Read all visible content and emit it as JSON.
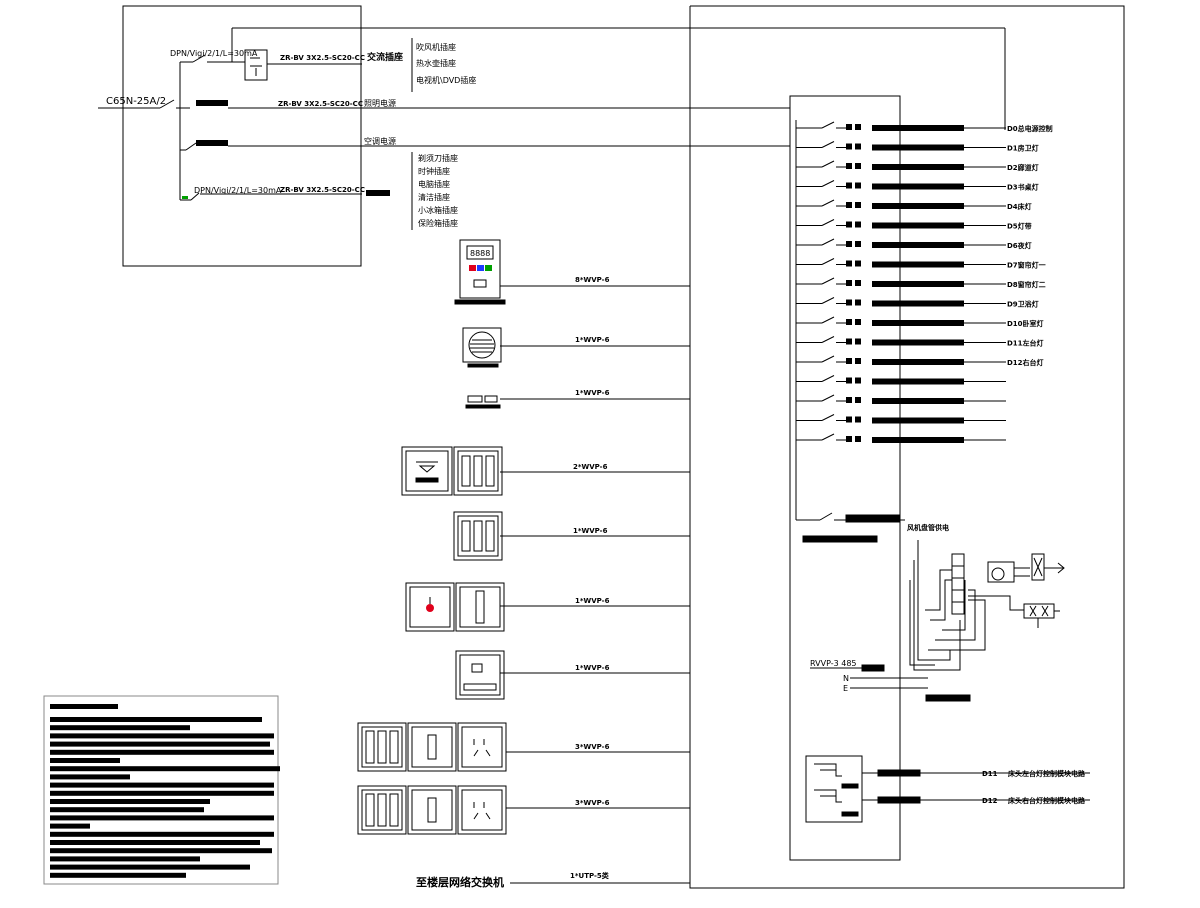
{
  "main_panel": {
    "breaker": "C65N-25A/2",
    "rcd1": "DPN/Vigi/2/1/L=30mA",
    "rcd2": "DPN/Vigi/2/1/L=30mA",
    "bus_socket_label": "交流插座",
    "cable_spec": "ZR-BV 3X2.5-SC20-CC",
    "ac_label": "空调电源",
    "c2_label": "照明电源"
  },
  "socket_group_1": [
    "吹风机插座",
    "热水壶插座",
    "电视机\\DVD插座"
  ],
  "socket_group_2": [
    "剃须刀插座",
    "时钟插座",
    "电脑插座",
    "清洁插座",
    "小冰箱插座",
    "保险箱插座"
  ],
  "devices": [
    {
      "cable": "8*WVP-6"
    },
    {
      "cable": "1*WVP-6"
    },
    {
      "cable": "1*WVP-6"
    },
    {
      "cable": "2*WVP-6"
    },
    {
      "cable": "1*WVP-6"
    },
    {
      "cable": "1*WVP-6"
    },
    {
      "cable": "1*WVP-6"
    },
    {
      "cable": "3*WVP-6"
    },
    {
      "cable": "3*WVP-6"
    }
  ],
  "lighting_circuits": [
    "D0总电源控制",
    "D1房卫灯",
    "D2廊道灯",
    "D3书桌灯",
    "D4床灯",
    "D5灯带",
    "D6夜灯",
    "D7窗帘灯一",
    "D8窗帘灯二",
    "D9卫浴灯",
    "D10卧室灯",
    "D11左台灯",
    "D12右台灯"
  ],
  "spare_circuit_count": 4,
  "hvac_label": "风机盘管供电",
  "hvac_cable": "RVVP-3 485",
  "hvac_terms": [
    "N",
    "E"
  ],
  "bedside_circuits": [
    {
      "code": "D11",
      "label": "床头左台灯控制模块电路"
    },
    {
      "code": "D12",
      "label": "床头右台灯控制模块电路"
    }
  ],
  "bottom_label": "至楼层网络交换机",
  "bottom_cable": "1*UTP-5类",
  "colors": {
    "line": "#000000",
    "red": "#e0001b",
    "green": "#00a000",
    "blue": "#1e3cff"
  }
}
